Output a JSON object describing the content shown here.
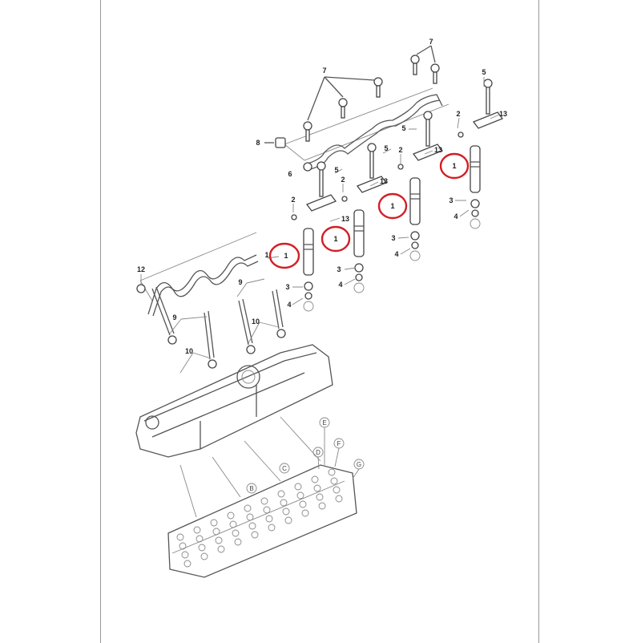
{
  "diagram": {
    "title": "Fuel injector exploded parts diagram",
    "highlight_color": "#d21f26",
    "part_labels": {
      "injector": "1",
      "o_ring": "2",
      "washer": "3",
      "seal": "4",
      "bolt": "5",
      "rail_pipe_bolt_grommet": "6",
      "banjo_bolt": "7",
      "nut": "8",
      "glow_plug": "9",
      "glow_plug_nut": "10",
      "plug_cap": "12",
      "clamp": "13"
    },
    "reference_letters": [
      "B",
      "C",
      "D",
      "E",
      "F",
      "G"
    ]
  }
}
